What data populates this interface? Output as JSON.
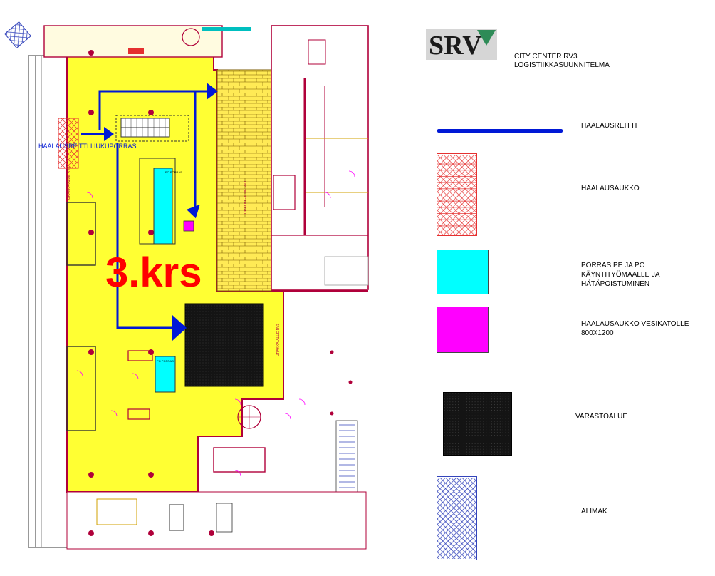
{
  "logo": {
    "text": "SRV"
  },
  "project": {
    "title_line1": "CITY CENTER RV3",
    "title_line2": "LOGISTIIKKASUUNNITELMA"
  },
  "plan": {
    "floor_label": "3.krs",
    "route_label": "HAALAUSREITTI LIUKUPORRAS",
    "area_label_1": "URAKKA-ALUE RV3",
    "area_label_2": "URAKKA-ALUE RV3",
    "area_label_3": "URAKKA-ALUE RV3",
    "stair_label_1": "PO PORRAS",
    "stair_label_2": "PO PORRAS"
  },
  "legend": {
    "route": "HAALAUSREITTI",
    "opening": "HAALAUSAUKKO",
    "stair": "PORRAS PE JA PO\nKÄYNTITYÖMAALLE JA\nHÄTÄPOISTUMINEN",
    "roof_opening": "HAALAUSAUKKO VESIKATOLLE\n800X1200",
    "storage": "VARASTOALUE",
    "hoist": "ALIMAK"
  },
  "colors": {
    "yellow_area": "#ffff33",
    "route_blue": "#0018d6",
    "stair_cyan": "#00ffff",
    "roof_magenta": "#ff00ff",
    "storage_black": "#111111",
    "opening_red": "#e53030",
    "hoist_blue": "#3344bb",
    "wall_red": "#b0003a",
    "floor_text_red": "#ff0000"
  },
  "icons": {
    "route": "route-line-icon",
    "opening": "crosshatch-pattern-icon",
    "hoist": "hoist-pattern-icon"
  }
}
